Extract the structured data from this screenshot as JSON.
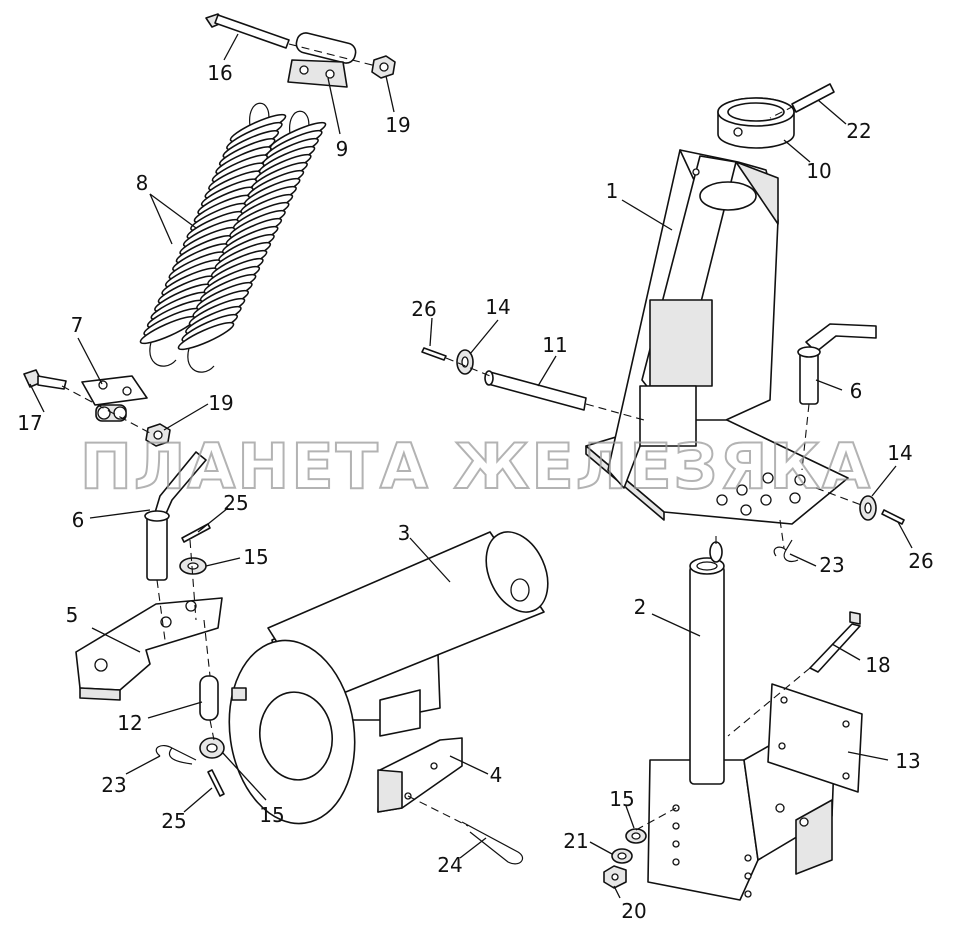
{
  "diagram": {
    "watermark": "ПЛАНЕТА ЖЕЛЕЗЯКА",
    "callouts": [
      "1",
      "2",
      "3",
      "4",
      "5",
      "6",
      "6",
      "7",
      "8",
      "9",
      "10",
      "11",
      "12",
      "13",
      "14",
      "14",
      "15",
      "15",
      "15",
      "16",
      "17",
      "18",
      "19",
      "19",
      "20",
      "21",
      "22",
      "23",
      "23",
      "24",
      "25",
      "25",
      "26",
      "26"
    ]
  }
}
